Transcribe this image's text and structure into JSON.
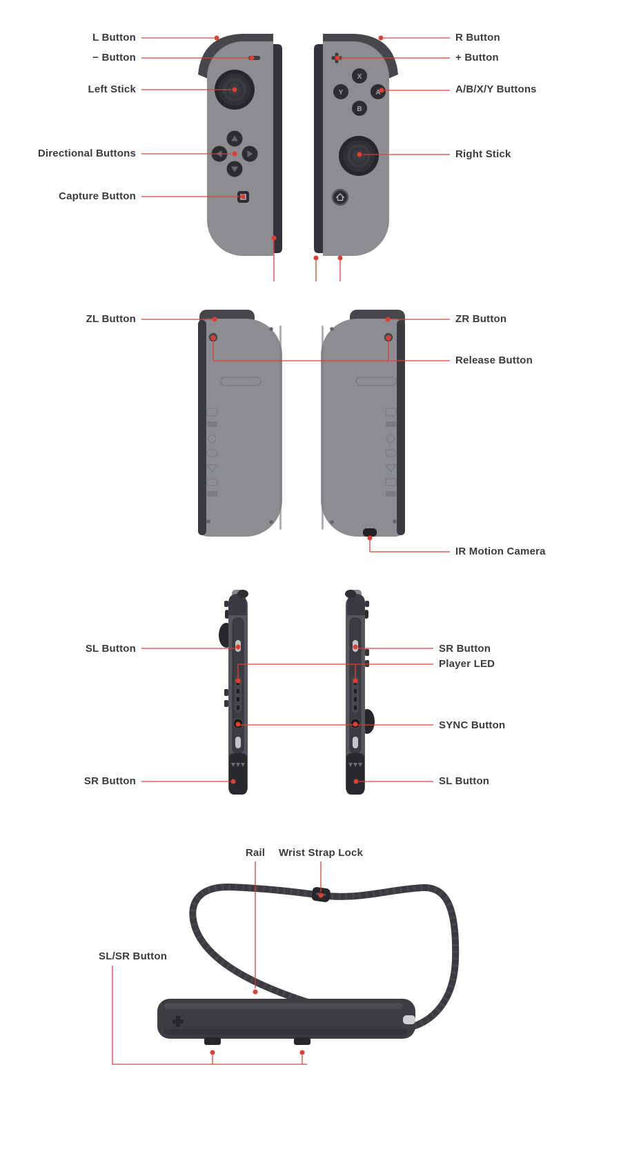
{
  "views": {
    "front": {
      "l_button": "L Button",
      "minus_button": "− Button",
      "left_stick": "Left Stick",
      "directional_buttons": "Directional Buttons",
      "capture_button": "Capture Button",
      "r_button": "R Button",
      "plus_button": "+ Button",
      "abxy_buttons": "A/B/X/Y Buttons",
      "right_stick": "Right Stick"
    },
    "back": {
      "zl_button": "ZL Button",
      "zr_button": "ZR Button",
      "release_button": "Release Button",
      "ir_motion_camera": "IR Motion Camera"
    },
    "side": {
      "sl_button_left": "SL Button",
      "sr_button_left": "SR Button",
      "sr_button_right": "SR Button",
      "player_led": "Player LED",
      "sync_button": "SYNC Button",
      "sl_button_right": "SL Button"
    },
    "strap": {
      "rail": "Rail",
      "wrist_strap_lock": "Wrist Strap Lock",
      "sl_sr_button": "SL/SR Button"
    }
  },
  "face_buttons": {
    "x": "X",
    "y": "Y",
    "a": "A",
    "b": "B"
  },
  "colors": {
    "annotation_red": "#e03e33",
    "body_gray": "#8b8d91",
    "shoulder_gray": "#46474c",
    "dark_detail": "#2c2d31",
    "label_text": "#3a3b3d"
  }
}
